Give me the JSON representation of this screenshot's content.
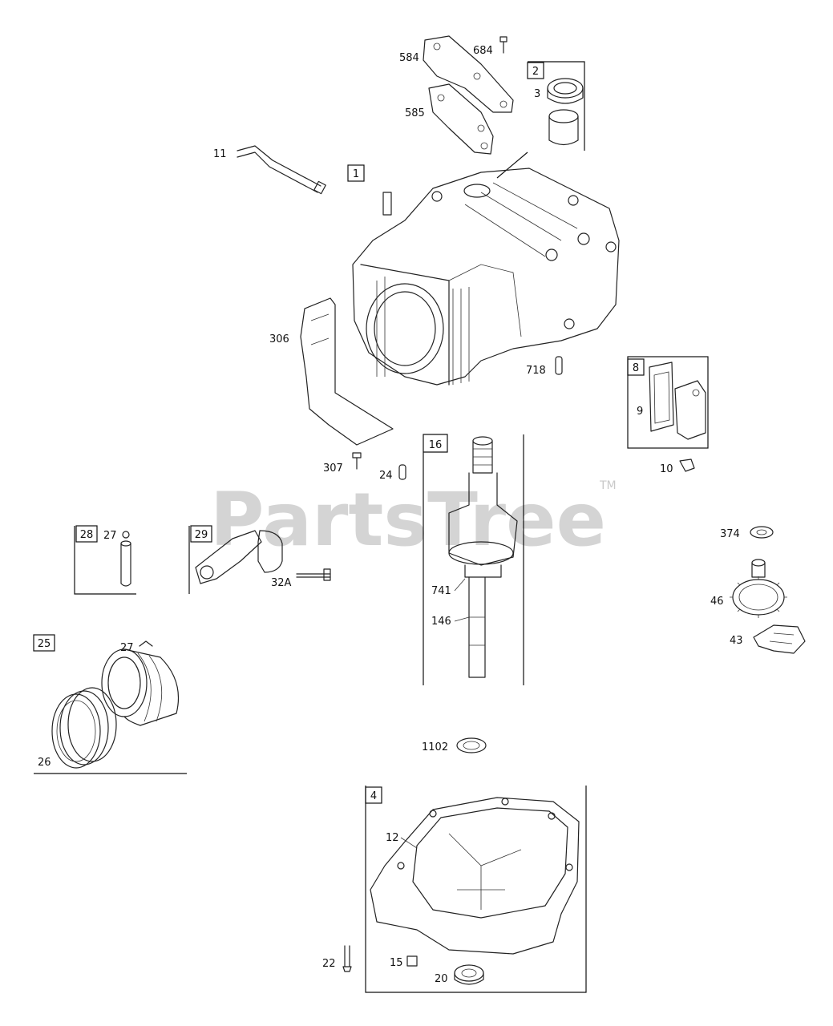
{
  "watermark": {
    "text": "PartsTree",
    "trademark": "TM"
  },
  "boxed_labels": {
    "b1": "1",
    "b2": "2",
    "b8": "8",
    "b16": "16",
    "b28": "28",
    "b29": "29",
    "b25": "25",
    "b4": "4"
  },
  "callouts": {
    "c584": "584",
    "c684": "684",
    "c3": "3",
    "c585": "585",
    "c11": "11",
    "c306": "306",
    "c718": "718",
    "c9": "9",
    "c10": "10",
    "c307": "307",
    "c24": "24",
    "c27a": "27",
    "c32a": "32A",
    "c741": "741",
    "c146": "146",
    "c374": "374",
    "c46": "46",
    "c43": "43",
    "c27b": "27",
    "c26": "26",
    "c1102": "1102",
    "c12": "12",
    "c22": "22",
    "c15": "15",
    "c20": "20"
  }
}
